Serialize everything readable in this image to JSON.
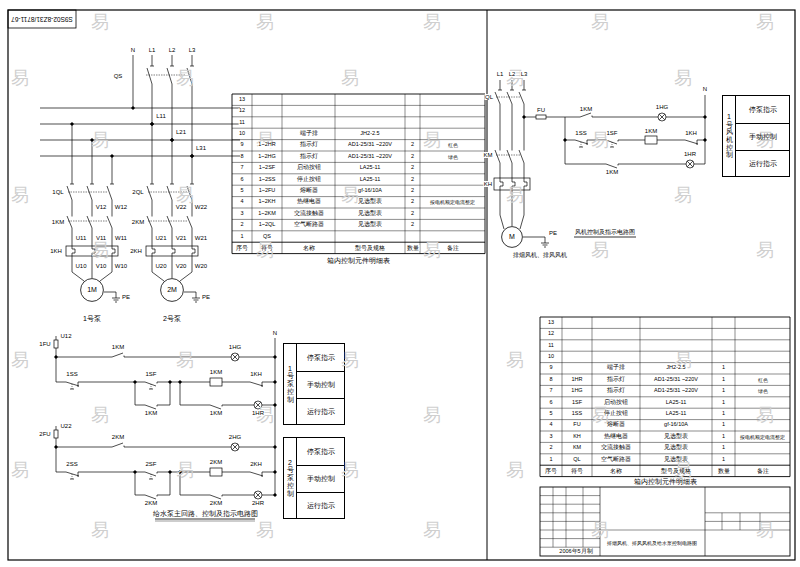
{
  "diagram": {
    "nodes": [
      {
        "text": [
          "1M"
        ]
      },
      {
        "text": [
          "2M"
        ]
      },
      {
        "text": [
          "1号泵控制"
        ]
      },
      {
        "text": [
          "停泵指示"
        ],
        "in": 2
      },
      {
        "text": [
          "手动控制"
        ],
        "in": 2
      },
      {
        "text": [
          "运行指示"
        ],
        "in": 2
      },
      {
        "text": [
          "2号泵控制"
        ]
      },
      {
        "text": [
          "停泵指示"
        ],
        "in": 6
      },
      {
        "text": [
          "手动控制"
        ],
        "in": 6
      },
      {
        "text": [
          "运行指示"
        ],
        "in": 6
      },
      {
        "text": [
          "M"
        ]
      },
      {
        "text": [
          "1号风机控制"
        ]
      },
      {
        "text": [
          "停泵指示"
        ],
        "in": 11
      },
      {
        "text": [
          "手动控制"
        ],
        "in": 11
      },
      {
        "text": [
          "运行指示"
        ],
        "in": 11
      }
    ],
    "labels": [
      "S9S02-8Z31/8711-67",
      "N",
      "L1",
      "L2",
      "L3",
      "QS",
      "L11",
      "L21",
      "L31",
      "1QL",
      "V12",
      "W12",
      "1KM",
      "U11",
      "V11",
      "W11",
      "1KH",
      "U10",
      "V10",
      "W10",
      "PE",
      "1号泵",
      "2QL",
      "V22",
      "W22",
      "2KM",
      "U21",
      "V21",
      "W21",
      "2KH",
      "U20",
      "V20",
      "W20",
      "PE",
      "2号泵",
      "13",
      "12",
      "11",
      "10",
      "端子排",
      "JH2-2.5",
      "9",
      "1~2HR",
      "指示灯",
      "AD1-25/31 ~220V",
      "2",
      "红色",
      "8",
      "1~2HG",
      "指示灯",
      "AD1-25/31 ~220V",
      "2",
      "绿色",
      "7",
      "1~2SF",
      "启动按钮",
      "LA25-11",
      "2",
      "6",
      "1~2SS",
      "停止按钮",
      "LA25-11",
      "2",
      "5",
      "1~2FU",
      "熔断器",
      "gf-16/10A",
      "2",
      "4",
      "1~2KH",
      "热继电器",
      "见选型表",
      "2",
      "按电机额定电流整定",
      "3",
      "1~2KM",
      "交流接触器",
      "见选型表",
      "2",
      "2",
      "1~2QL",
      "空气断路器",
      "见选型表",
      "2",
      "1",
      "QS",
      "序号",
      "符号",
      "名称",
      "型号及规格",
      "数量",
      "备注",
      "箱内控制元件明细表",
      "1FU",
      "U12",
      "1KM",
      "1HG",
      "N",
      "1SS",
      "1SF",
      "1KM",
      "1KH",
      "1KM",
      "1KM",
      "1HR",
      "2FU",
      "U22",
      "2KM",
      "2HG",
      "2SS",
      "2SF",
      "2KM",
      "2KH",
      "2KM",
      "2KM",
      "2HR",
      "给水泵主回路、控制及指示电路图",
      "L1",
      "L2",
      "L3",
      "QL",
      "FU",
      "KM",
      "KH",
      "PE",
      "N",
      "1KM",
      "1HG",
      "1SS",
      "1SF",
      "1KM",
      "1KH",
      "1KM",
      "1HR",
      "风机控制及指示电路图",
      "排烟风机、排风风机",
      "13",
      "12",
      "11",
      "10",
      "9",
      "端子排",
      "JH2-2.5",
      "1",
      "8",
      "1HR",
      "指示灯",
      "AD1-25/31 ~220V",
      "1",
      "红色",
      "7",
      "1HG",
      "指示灯",
      "AD1-25/31 ~220V",
      "1",
      "绿色",
      "6",
      "1SF",
      "启动按钮",
      "LA25-11",
      "1",
      "5",
      "1SS",
      "停止按钮",
      "LA25-11",
      "1",
      "4",
      "FU",
      "熔断器",
      "gf-16/10A",
      "1",
      "3",
      "KH",
      "热继电器",
      "见选型表",
      "1",
      "按电机额定电流整定",
      "2",
      "KM",
      "交流接触器",
      "见选型表",
      "1",
      "1",
      "QL",
      "空气断路器",
      "见选型表",
      "1",
      "序号",
      "符号",
      "名称",
      "型号及规格",
      "数量",
      "备注",
      "箱内控制元件明细表",
      "2006年5月制",
      "排烟风机、排风风机及给水泵控制电路图",
      "易",
      "易",
      "易",
      "易",
      "易",
      "易",
      "易",
      "易",
      "易",
      "易",
      "易",
      "易",
      "易",
      "易",
      "易",
      "易",
      "易",
      "易",
      "易",
      "易",
      "易",
      "易",
      "易",
      "易",
      "易",
      "易",
      "易",
      "易",
      "易",
      "易",
      "易",
      "易",
      "易",
      "易",
      "易",
      "易",
      "易",
      "易",
      "易",
      "易",
      "易",
      "易",
      "易",
      "易",
      "易"
    ]
  }
}
